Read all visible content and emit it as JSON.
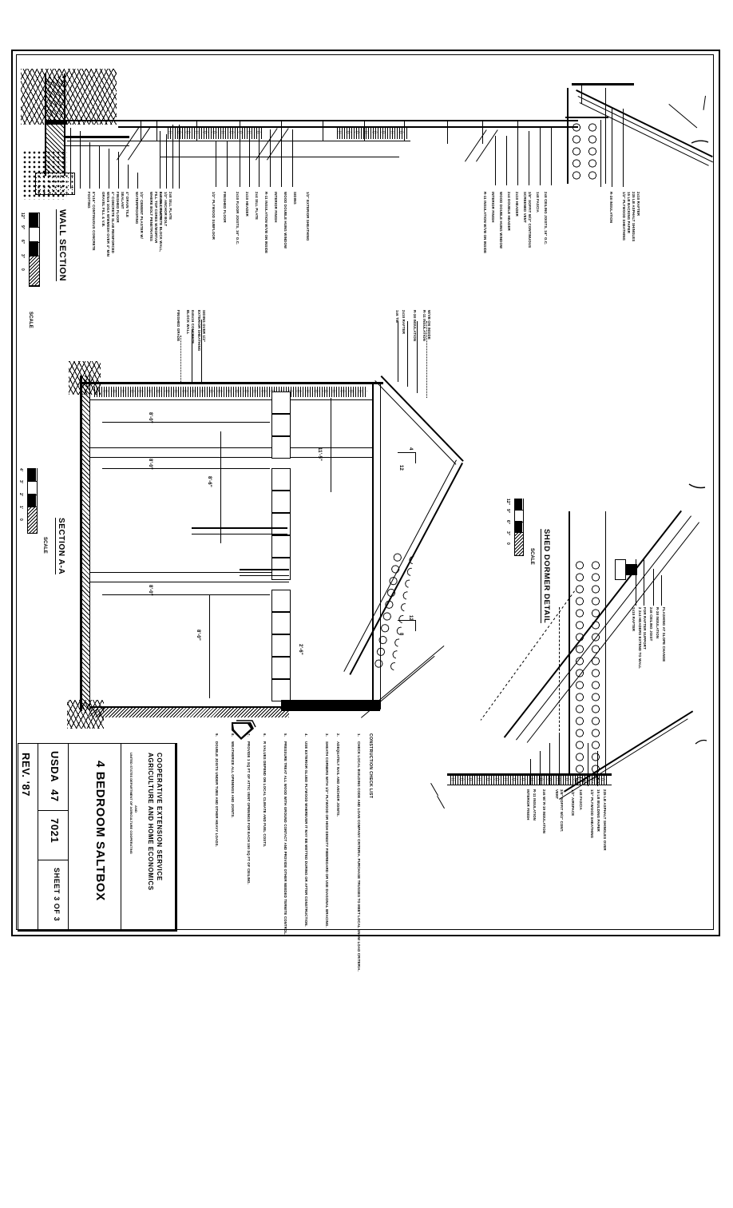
{
  "sheet": {
    "drawing_type": "architectural construction detail sheet",
    "orientation": "landscape sheet displayed portrait (text rotated 90 degrees clockwise)"
  },
  "title_block": {
    "org_line1": "COOPERATIVE EXTENSION SERVICE",
    "org_line2": "AGRICULTURE AND HOME ECONOMICS",
    "org_line3": "UNITED STATES DEPARTMENT OF AGRICULTURE COOPERATING",
    "and": "AND",
    "plan_title": "4 BEDROOM SALTBOX",
    "agency": "USDA",
    "plan_no_a": "47",
    "plan_no_b": "7021",
    "sheet_no": "SHEET 3 OF 3",
    "revision": "REV. '87"
  },
  "details": [
    {
      "id": "wall-section",
      "title": "WALL SECTION",
      "scale_label": "SCALE",
      "scale_ticks": [
        "12\"",
        "9\"",
        "6\"",
        "3\"",
        "0"
      ]
    },
    {
      "id": "section-aa",
      "title": "SECTION A-A",
      "scale_label": "SCALE",
      "scale_ticks": [
        "4'",
        "3'",
        "2'",
        "1'",
        "0"
      ]
    },
    {
      "id": "shed-dormer-detail",
      "title": "SHED DORMER DETAIL",
      "scale_label": "SCALE",
      "scale_ticks": [
        "12\"",
        "9\"",
        "6\"",
        "3\"",
        "0"
      ]
    }
  ],
  "wall_section_callouts_left": [
    "2x8 SILL PLATE",
    "1/2\" ANCHOR BOLT",
    "8x8x16 CONCRETE BLOCK WALL,",
    "FILL TOP CORES W/MORTAR",
    "WHERE BOLT PENETRATES",
    "1/2\" CEMENT PLASTER W/",
    "WATERPROOFING",
    "4\" DRAIN TILE",
    "SEALANT",
    "FINISHED FLOOR",
    "4\" CONCRETE SLAB REINFORCED",
    "W/6x6 10GA W/WMESH OVER 4\" MIN",
    "GRAVEL FILL & V.B.",
    "8\"x16\" CONTINUOUS CONCRETE",
    "FOOTING"
  ],
  "wall_section_callouts_mid": [
    "2x8 SILL PLATE",
    "1/2\" PLYWOOD SUBFLOOR",
    "FINISHED FLOOR",
    "2x10 FLOOR JOISTS, 16\" O.C.",
    "2x10 HEADER",
    "2x4 SILL PLATE",
    "R-11 INSULATION W/VB ON INSIDE",
    "INTERIOR FINISH",
    "WOOD DOUBLE HUNG WINDOW",
    "SIDING",
    "1/2\" EXTERIOR SHEATHING"
  ],
  "wall_section_callouts_eave": [
    "2x8 CEILING JOISTS, 16\" O.C.",
    "1x8 FASCIA",
    "3/8\" SOFFIT W/2\" CONTINUOUS",
    "SCREENED VENT",
    "2x10 HEADER",
    "2x4 DOUBLE HEADER",
    "WOOD DOUBLE HUNG WINDOW",
    "INTERIOR FINISH",
    "R-11 INSULATION W/VB ON INSIDE"
  ],
  "wall_section_callouts_roof": [
    "2x10 RAFTER",
    "235 LB ASPHALT SHINGLES",
    "15 LB BACKING PAPER",
    "1/2\" PLYWOOD SHEATHING",
    "R-38 INSULATION"
  ],
  "section_aa_callouts_left": [
    "SIDING OVER 1/2\"",
    "EXTERIOR SHEATHING",
    "8x8x16 CONCRETE",
    "BLOCK WALL",
    "FINISHED GRADE"
  ],
  "section_aa_callouts_ridge": [
    "1x6 TIE",
    "2x10 RAFTER",
    "R-38 INSULATION",
    "R-11 INSULATION",
    "W/VB ON INSIDE"
  ],
  "section_aa_dimensions": [
    "8'-0\"",
    "8'-0\"",
    "8'-0\"",
    "8'-6\"",
    "8'-0\"",
    "11'-5\"",
    "2'-6\"",
    "12",
    "12",
    "12",
    "4",
    "8"
  ],
  "dormer_callouts_upper": [
    "2x10 RAFTER",
    "2 2x4 HEADERS EXTEND TO WALL",
    "FOR RAFTER SUPPORT",
    "2x8 CEILING JOIST",
    "R-38 INSULATION",
    "FLASHING AT SLOPE CHANGE"
  ],
  "dormer_callouts_lower": [
    "235 LB ASPHALT SHINGLES OVER",
    "15 LB BUILDING PAPER",
    "1/2\" PLYWOOD SHEATHING",
    "1x8 FASCIA",
    "1/2\" AIRSPACE",
    "3/8\" SOFFIT W/2\" CONT.",
    "VENT",
    "2x6 W/ R-19 INSULATION",
    "R-11 INSULATION",
    "INTERIOR FINISH"
  ],
  "checklist": {
    "heading": "CONSTRUCTION CHECK LIST",
    "items": [
      "CHECK LOCAL BUILDING CODE AND LOAN COMPANY CRITERIA. PURCHASE TRUSSES TO MEET LOCAL SNOW LOAD CRITERIA.",
      "ADEQUATELY NAIL AND ANCHOR JOINTS.",
      "SHEATH CORNERS WITH 1/2\" PLYWOOD OR HIGH DENSITY FIBERBOARD OR USE DIAGONAL BRACING.",
      "USE EXTERIOR GLUED PLYWOOD WHEREVER IT MAY BE WETTED DURING OR AFTER CONSTRUCTION.",
      "PRESSURE TREAT ALL WOOD WITH GROUND CONTACT AND PROVIDE OTHER NEEDED TERMITE CONTROL.",
      "R VALUES DEPEND ON LOCAL CLIMATE AND FUEL COSTS.",
      "PROVIDE 1 SQ FT OF ATTIC VENT OPENINGS FOR EACH 150 SQ FT OF CEILING.",
      "WEATHERIZE ALL OPENINGS AND JOINTS.",
      "DOUBLE JOISTS UNDER TUBS AND OTHER HEAVY LOADS."
    ],
    "numbers": [
      "1.",
      "2.",
      "3.",
      "4.",
      "5.",
      "6.",
      "7.",
      "8.",
      "9."
    ]
  },
  "colors": {
    "ink": "#000000",
    "paper": "#ffffff"
  }
}
